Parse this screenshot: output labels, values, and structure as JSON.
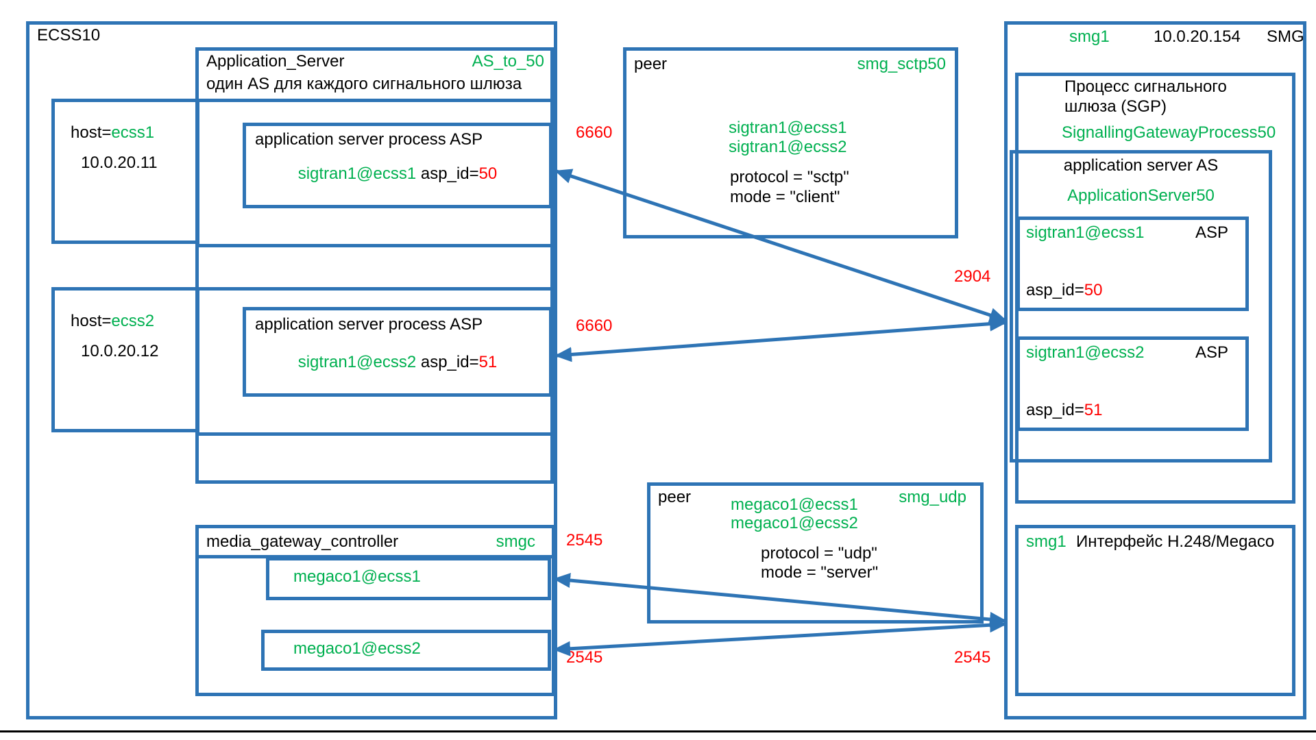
{
  "colors": {
    "box_blue": "#2e74b5",
    "green": "#00b050",
    "red": "#ff0000",
    "black": "#000000"
  },
  "ecss10": {
    "title": "ECSS10",
    "application_server": {
      "title": "Application_Server",
      "tag": "AS_to_50",
      "subtitle": "один AS для каждого сигнального шлюза"
    },
    "host1": {
      "prefix": "host=",
      "name": "ecss1",
      "ip": "10.0.20.11"
    },
    "host2": {
      "prefix": "host=",
      "name": "ecss2",
      "ip": "10.0.20.12"
    },
    "asp1": {
      "title": "application server process ASP",
      "account": "sigtran1@ecss1",
      "asp_id_label": " asp_id=",
      "asp_id": "50"
    },
    "asp2": {
      "title": "application server process ASP",
      "account": "sigtran1@ecss2",
      "asp_id_label": " asp_id=",
      "asp_id": "51"
    },
    "mgc": {
      "title": "media_gateway_controller",
      "tag": "smgc",
      "endpoint1": "megaco1@ecss1",
      "endpoint2": "megaco1@ecss2"
    }
  },
  "peer_sctp": {
    "title": "peer",
    "tag": "smg_sctp50",
    "accounts": [
      "sigtran1@ecss1",
      "sigtran1@ecss2"
    ],
    "protocol": "protocol = \"sctp\"",
    "mode": "mode = \"client\""
  },
  "peer_udp": {
    "title": "peer",
    "tag": "smg_udp",
    "accounts": [
      "megaco1@ecss1",
      "megaco1@ecss2"
    ],
    "protocol": "protocol = \"udp\"",
    "mode": "mode = \"server\""
  },
  "smg": {
    "name": "smg1",
    "ip": "10.0.20.154",
    "title": "SMG",
    "sgp": {
      "title": "Процесс сигнального\nшлюза (SGP)",
      "process_name": "SignallingGatewayProcess50"
    },
    "app_server": {
      "title": "application server AS",
      "name": "ApplicationServer50"
    },
    "asp1": {
      "account": "sigtran1@ecss1",
      "role": "ASP",
      "asp_id_label": "asp_id=",
      "asp_id": "50"
    },
    "asp2": {
      "account": "sigtran1@ecss2",
      "role": "ASP",
      "asp_id_label": "asp_id=",
      "asp_id": "51"
    },
    "megaco_interface": {
      "name": "smg1",
      "title": "Интерфейс H.248/Megaco"
    }
  },
  "ports": {
    "sctp_asp1": "6660",
    "sctp_asp2": "6660",
    "sctp_sgp": "2904",
    "udp_mgc1": "2545",
    "udp_mgc2": "2545",
    "udp_smg": "2545"
  }
}
